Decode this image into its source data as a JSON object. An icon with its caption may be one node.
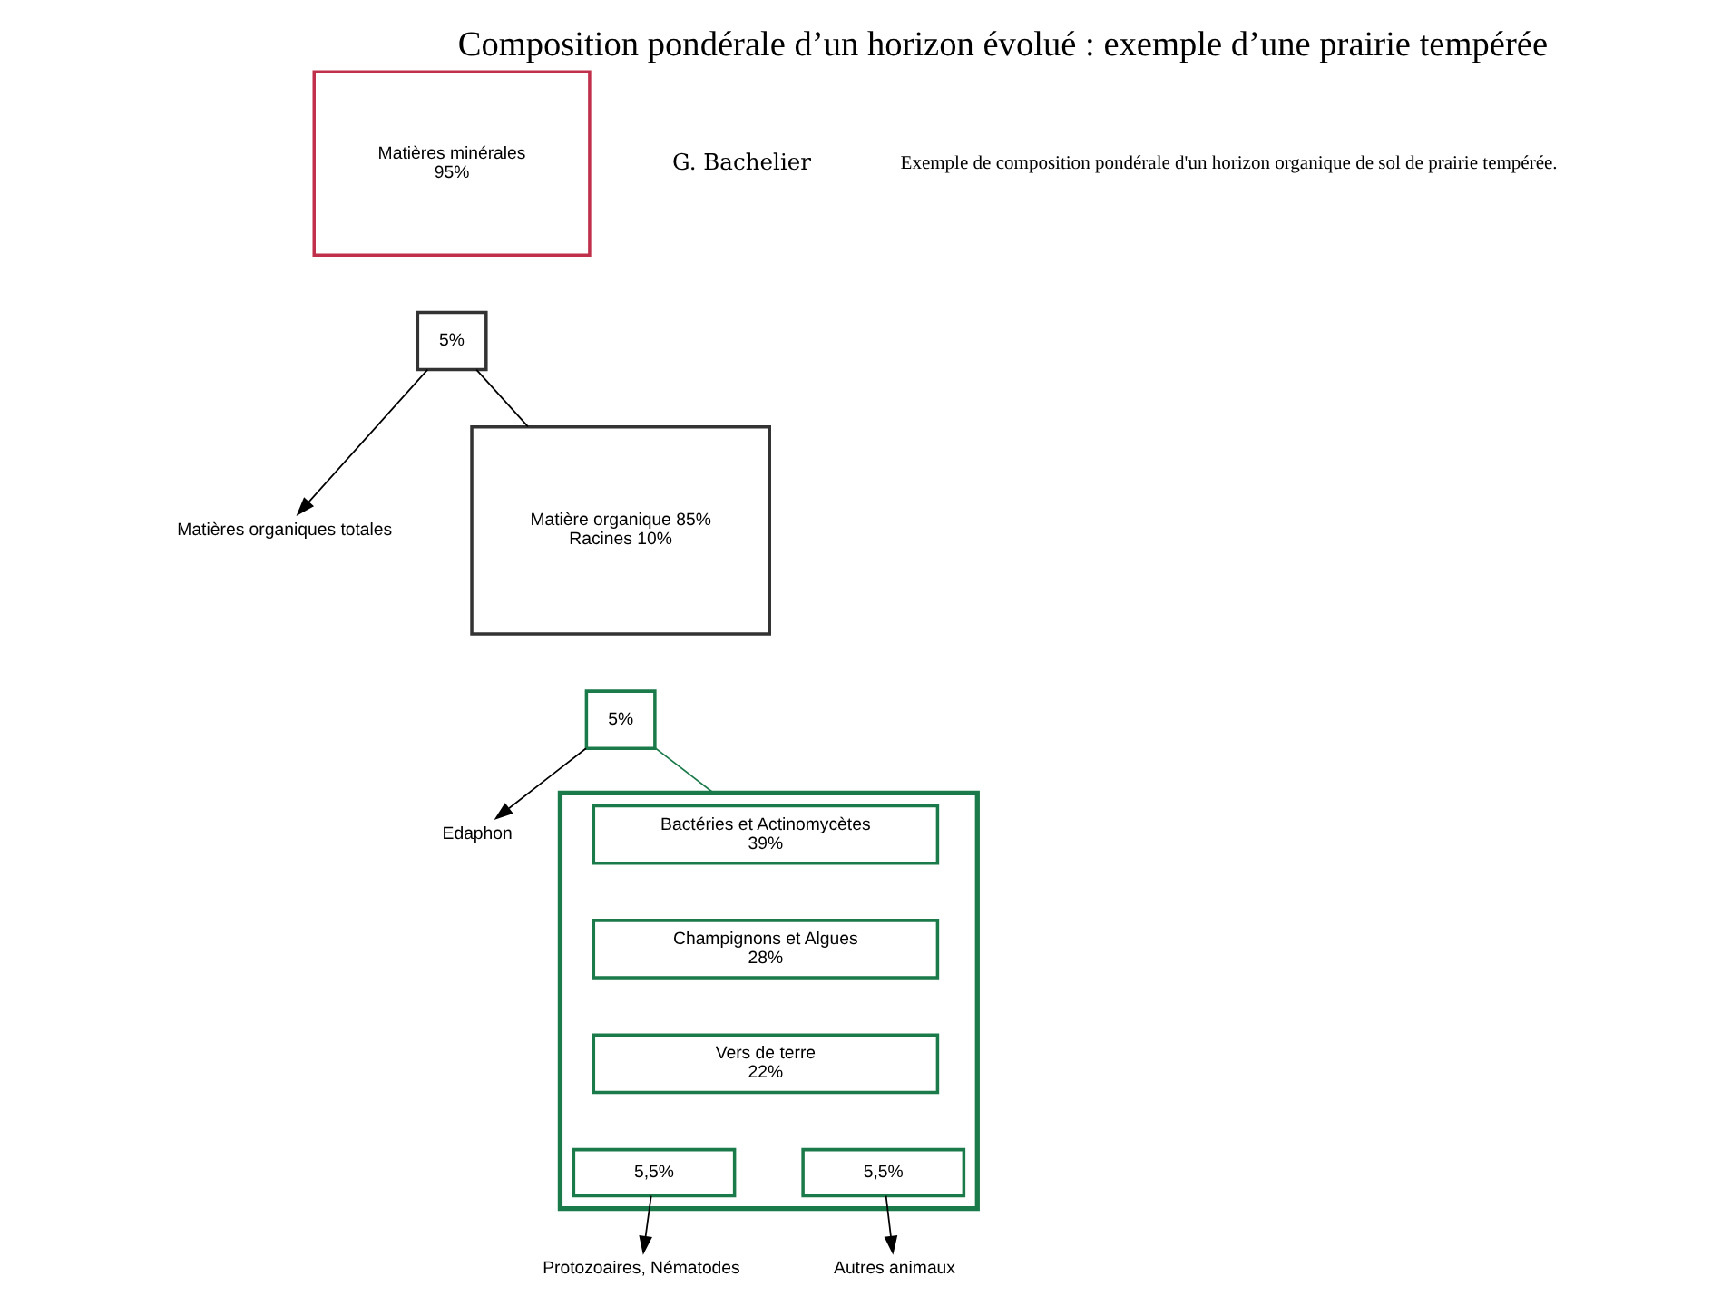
{
  "diagram": {
    "title": "Composition pondérale d’un horizon évolué : exemple d’une prairie tempérée",
    "caption": "Exemple de composition pondérale d'un horizon organique de sol de prairie tempérée.",
    "nodes": [
      {
        "text": [
          "Matières minérales",
          "95%"
        ]
      },
      {
        "text": [
          "5%"
        ]
      },
      {
        "text": [
          "Matières organiques totales"
        ]
      },
      {
        "text": [
          "Matière organique 85%",
          "Racines 10%"
        ]
      },
      {
        "text": [
          "5%"
        ]
      },
      {
        "text": [
          "Edaphon"
        ]
      },
      {
        "text": [],
        "shape": "box"
      },
      {
        "text": [
          "Bactéries et Actinomycètes",
          "39%"
        ],
        "in": 6
      },
      {
        "text": [
          "Champignons et Algues",
          "28%"
        ],
        "in": 6
      },
      {
        "text": [
          "Vers de terre",
          "22%"
        ],
        "in": 6
      },
      {
        "text": [
          "5,5%"
        ],
        "in": 6
      },
      {
        "text": [
          "5,5%"
        ],
        "in": 6
      },
      {
        "text": [
          "Protozoaires, Nématodes"
        ]
      },
      {
        "text": [
          "Autres animaux"
        ]
      }
    ],
    "edges": [
      {
        "from": 1,
        "to": 2,
        "arrow": "to"
      },
      {
        "from": 1,
        "to": 3,
        "arrow": "none"
      },
      {
        "from": 4,
        "to": 5,
        "arrow": "to"
      },
      {
        "from": 4,
        "to": 6,
        "arrow": "none",
        "color": "#1a7a4a"
      },
      {
        "from": 10,
        "to": 12,
        "arrow": "to"
      },
      {
        "from": 11,
        "to": 13,
        "arrow": "to"
      }
    ],
    "labels": [
      "G. Bachelier"
    ]
  }
}
